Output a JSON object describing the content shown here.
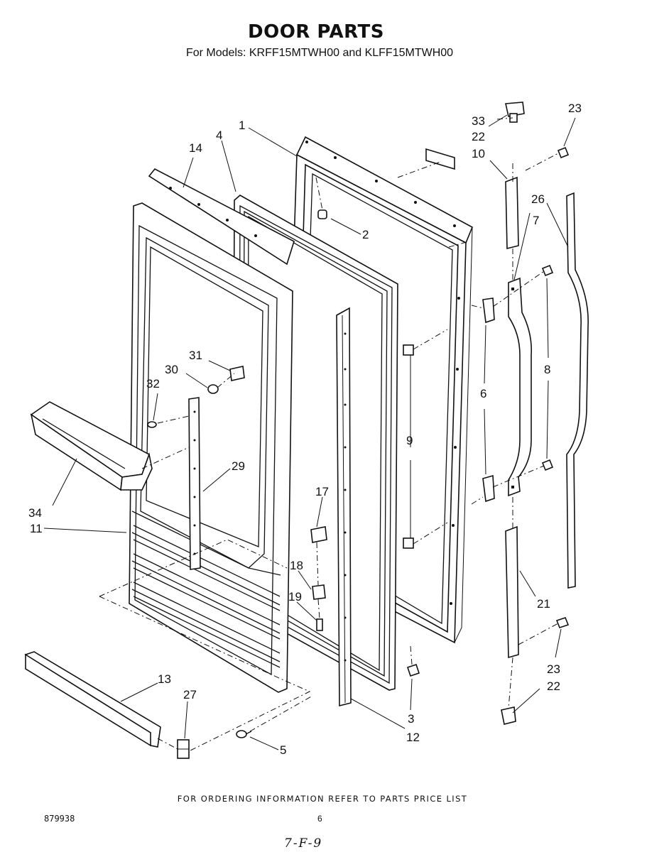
{
  "header": {
    "title": "DOOR PARTS",
    "subtitle": "For Models: KRFF15MTWH00 and KLFF15MTWH00"
  },
  "callouts": {
    "c1": "1",
    "c2": "2",
    "c3": "3",
    "c4": "4",
    "c5": "5",
    "c6": "6",
    "c7": "7",
    "c8": "8",
    "c9": "9",
    "c10": "10",
    "c11": "11",
    "c12": "12",
    "c13": "13",
    "c14": "14",
    "c17": "17",
    "c18": "18",
    "c19": "19",
    "c21": "21",
    "c22a": "22",
    "c22b": "22",
    "c23a": "23",
    "c23b": "23",
    "c26": "26",
    "c27": "27",
    "c29": "29",
    "c30": "30",
    "c31": "31",
    "c32": "32",
    "c33": "33",
    "c34": "34"
  },
  "footer": {
    "ordering_note": "FOR ORDERING INFORMATION REFER TO PARTS PRICE LIST",
    "doc_number": "879938",
    "page_number": "6",
    "handwritten_note": "7-F-9"
  }
}
